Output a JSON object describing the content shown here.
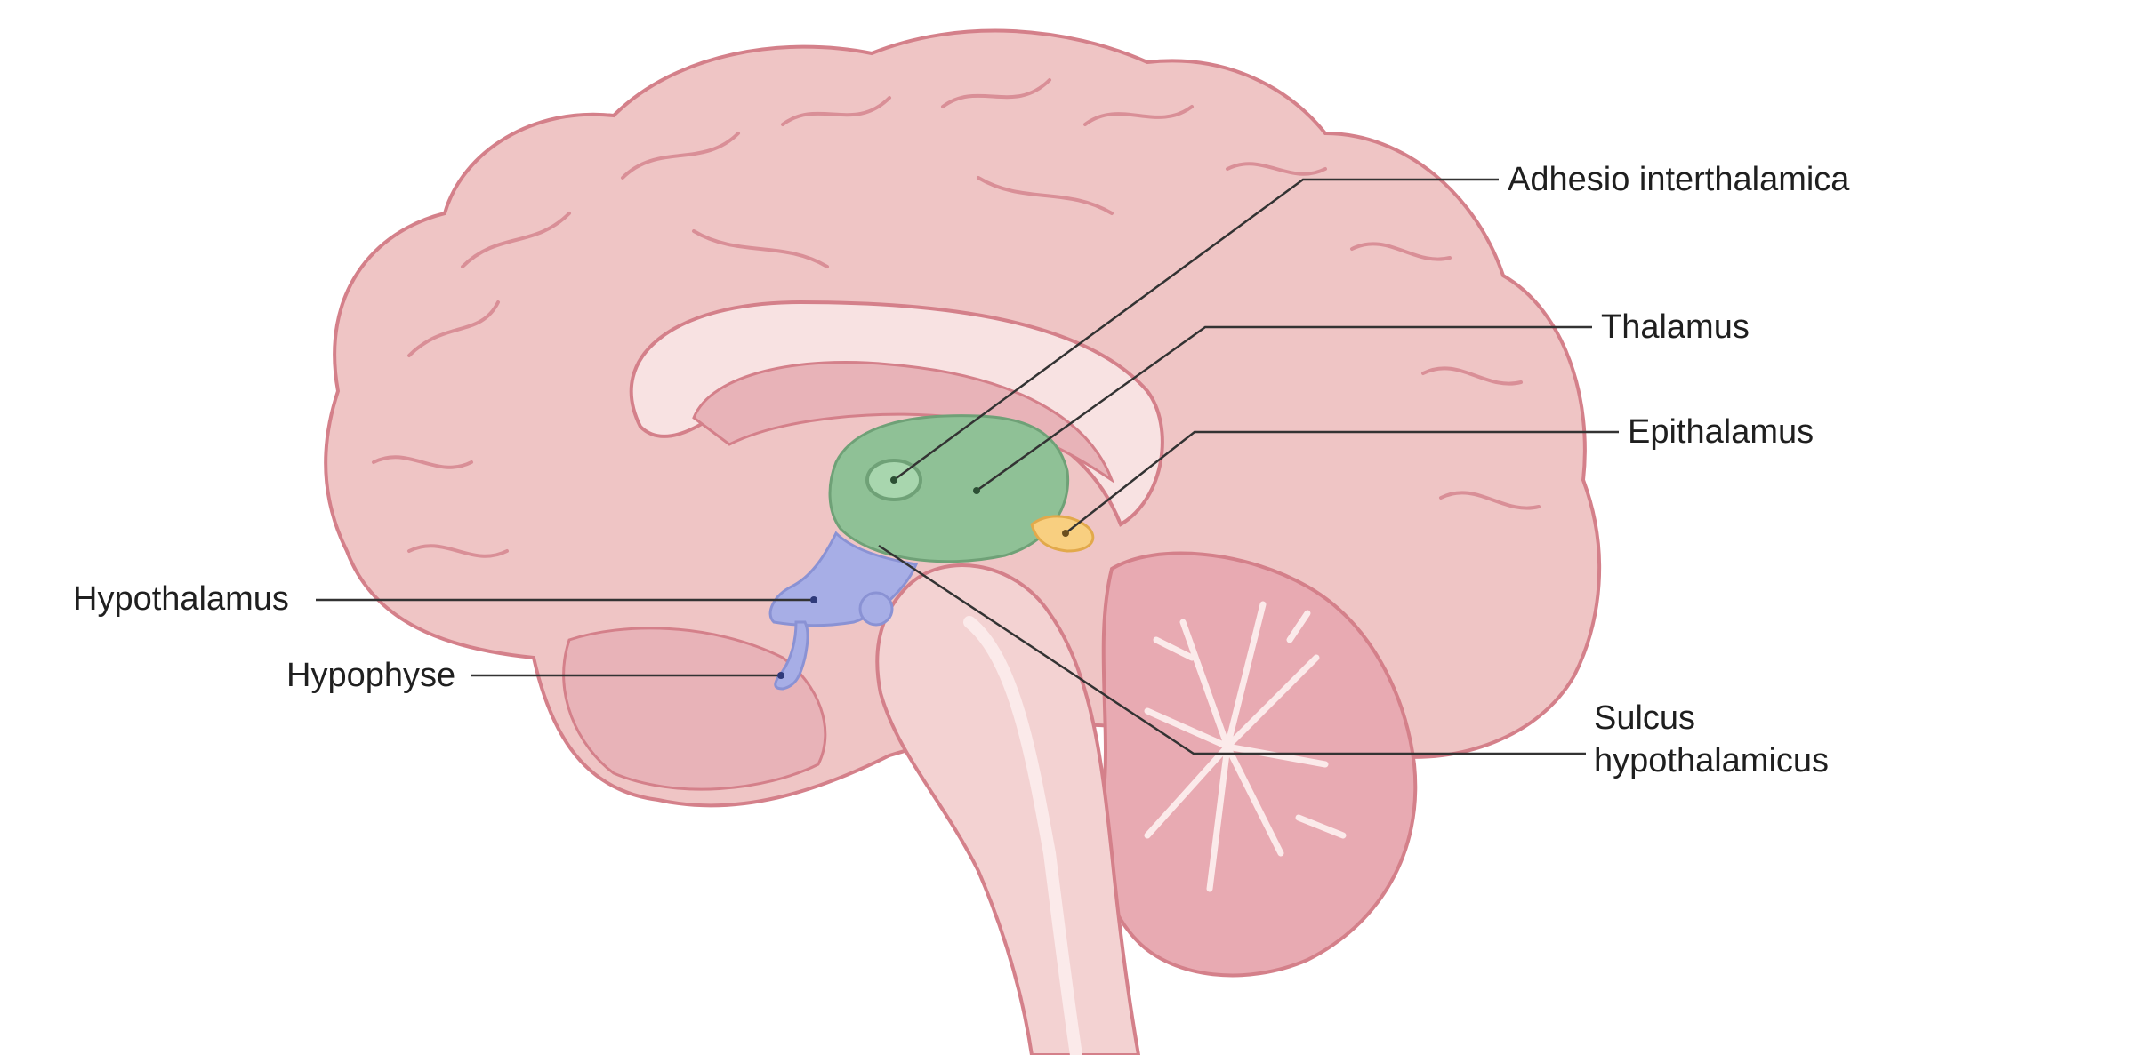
{
  "labels": {
    "adhesio_interthalamica": "Adhesio interthalamica",
    "thalamus": "Thalamus",
    "epithalamus": "Epithalamus",
    "hypothalamus": "Hypothalamus",
    "hypophyse": "Hypophyse",
    "sulcus_line1": "Sulcus",
    "sulcus_line2": "hypothalamicus"
  },
  "colors": {
    "brain_fill": "#efc5c5",
    "brain_light": "#f6dcdc",
    "brain_outline": "#d4808a",
    "thalamus_green": "#8fc196",
    "hypothalamus_blue": "#a7aee6",
    "epithalamus_yellow": "#f8cf80",
    "leader_line": "#333333"
  }
}
